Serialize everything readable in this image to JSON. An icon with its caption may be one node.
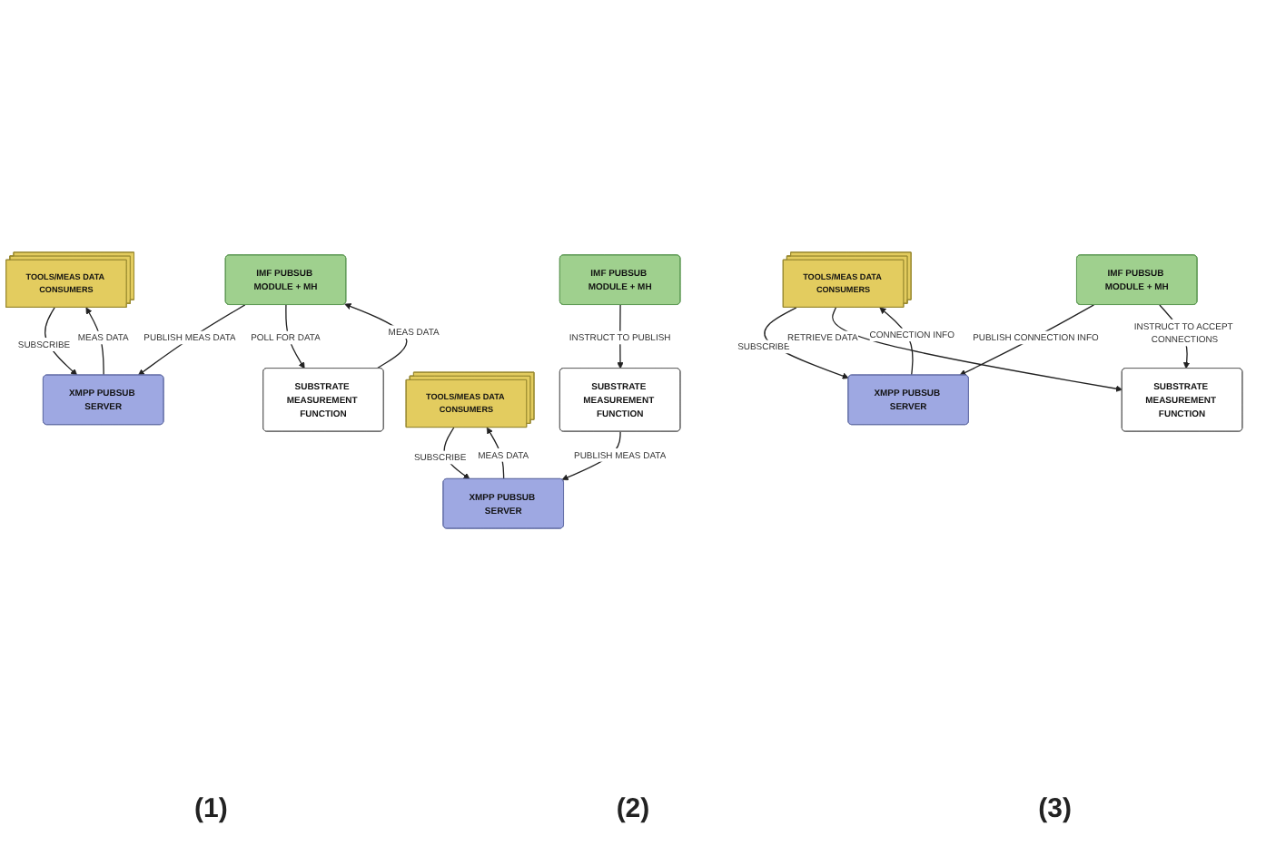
{
  "diagram": {
    "nodes": [
      {
        "text": [
          "TOOLS/MEAS DATA CONSUMERS"
        ]
      },
      {
        "text": [
          "XMPP PUBSUB SERVER"
        ]
      },
      {
        "text": [
          "IMF PUBSUB MODULE + MH"
        ]
      },
      {
        "text": [
          "SUBSTRATE MEASUREMENT FUNCTION"
        ]
      },
      {
        "text": [
          "TOOLS/MEAS DATA CONSUMERS"
        ]
      },
      {
        "text": [
          "XMPP PUBSUB SERVER"
        ]
      },
      {
        "text": [
          "IMF PUBSUB MODULE + MH"
        ]
      },
      {
        "text": [
          "SUBSTRATE MEASUREMENT FUNCTION"
        ]
      },
      {
        "text": [
          "TOOLS/MEAS DATA CONSUMERS"
        ]
      },
      {
        "text": [
          "XMPP PUBSUB SERVER"
        ]
      },
      {
        "text": [
          "IMF PUBSUB MODULE + MH"
        ]
      },
      {
        "text": [
          "SUBSTRATE MEASUREMENT FUNCTION"
        ]
      }
    ],
    "edges": [
      {
        "from": 0,
        "to": 1,
        "arrow": "to",
        "label": "SUBSCRIBE"
      },
      {
        "from": 1,
        "to": 0,
        "arrow": "to",
        "label": "MEAS DATA"
      },
      {
        "from": 2,
        "to": 1,
        "arrow": "to",
        "label": "PUBLISH MEAS DATA"
      },
      {
        "from": 3,
        "to": 2,
        "arrow": "to",
        "label": "MEAS DATA"
      },
      {
        "from": 2,
        "to": 3,
        "arrow": "to",
        "label": "POLL FOR DATA"
      },
      {
        "from": 4,
        "to": 5,
        "arrow": "to",
        "label": "SUBSCRIBE"
      },
      {
        "from": 5,
        "to": 4,
        "arrow": "to",
        "label": "MEAS DATA"
      },
      {
        "from": 6,
        "to": 7,
        "arrow": "to",
        "label": "INSTRUCT TO PUBLISH"
      },
      {
        "from": 7,
        "to": 5,
        "arrow": "to",
        "label": "PUBLISH MEAS DATA"
      },
      {
        "from": 8,
        "to": 9,
        "arrow": "to",
        "label": "SUBSCRIBE"
      },
      {
        "from": 9,
        "to": 8,
        "arrow": "to",
        "label": "CONNECTION INFO"
      },
      {
        "from": 10,
        "to": 9,
        "arrow": "to",
        "label": "PUBLISH CONNECTION INFO"
      },
      {
        "from": 10,
        "to": 11,
        "arrow": "to",
        "label": "INSTRUCT TO ACCEPT CONNECTIONS"
      },
      {
        "from": 8,
        "to": 11,
        "arrow": "to",
        "label": "RETRIEVE DATA"
      }
    ],
    "labels": [
      "(1)",
      "(2)",
      "(3)"
    ]
  }
}
